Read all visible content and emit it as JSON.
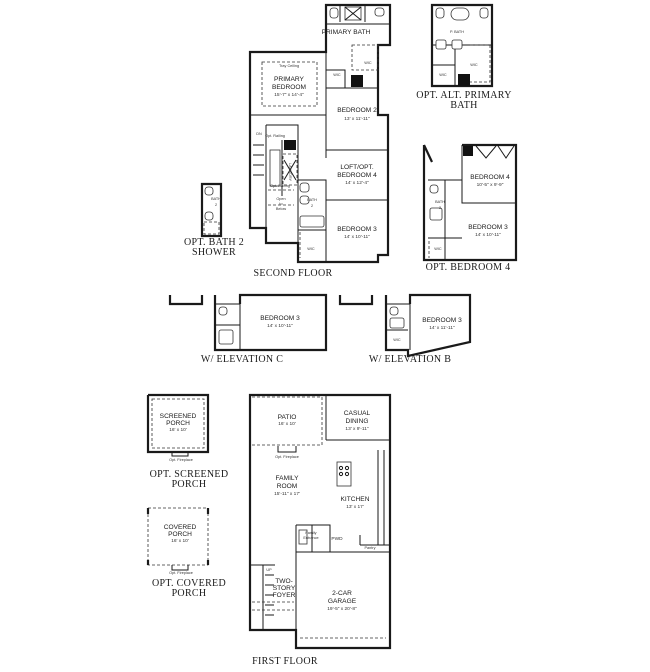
{
  "captions": {
    "second_floor": "SECOND FLOOR",
    "first_floor": "FIRST FLOOR",
    "opt_alt_primary_bath_1": "OPT. ALT. PRIMARY",
    "opt_alt_primary_bath_2": "BATH",
    "opt_bath2_shower_1": "OPT. BATH 2",
    "opt_bath2_shower_2": "SHOWER",
    "opt_bedroom4": "OPT. BEDROOM 4",
    "elevation_c": "W/ ELEVATION C",
    "elevation_b": "W/ ELEVATION B",
    "opt_screened_porch_1": "OPT. SCREENED",
    "opt_screened_porch_2": "PORCH",
    "opt_covered_porch_1": "OPT. COVERED",
    "opt_covered_porch_2": "PORCH"
  },
  "second_floor": {
    "primary_bath": "PRIMARY BATH",
    "tray_ceiling": "Tray Ceiling",
    "primary_bedroom_1": "PRIMARY",
    "primary_bedroom_2": "BEDROOM",
    "primary_bedroom_dim": "15'-7\" x 14'-4\"",
    "wic": "WIC",
    "bedroom2": "BEDROOM 2",
    "bedroom2_dim": "13' x 11'-11\"",
    "loft_1": "LOFT/OPT.",
    "loft_2": "BEDROOM 4",
    "loft_dim": "14' x 12'-4\"",
    "bedroom3": "BEDROOM 3",
    "bedroom3_dim": "14' x 10'-11\"",
    "bath2_1": "BATH",
    "bath2_2": "2",
    "laundry": "LAUNDRY",
    "dn": "DN",
    "opt_railing": "Opt. Railing",
    "open_to_below_1": "Open",
    "open_to_below_2": "to",
    "open_to_below_3": "Below"
  },
  "alt_primary_bath": {
    "p_bath": "P. BATH",
    "wic": "WIC"
  },
  "opt_bed4": {
    "bedroom4": "BEDROOM 4",
    "bedroom4_dim": "10'-5\" x 9'-9\"",
    "bedroom3": "BEDROOM 3",
    "bedroom3_dim": "14' x 10'-11\"",
    "bath": "BATH",
    "bath_num": "2",
    "wic": "WIC"
  },
  "elev_c": {
    "bedroom3": "BEDROOM 3",
    "bedroom3_dim": "14' x 10'-11\""
  },
  "elev_b": {
    "bedroom3": "BEDROOM 3",
    "bedroom3_dim": "14' x 11'-11\"",
    "wic": "WIC"
  },
  "first_floor": {
    "patio": "PATIO",
    "patio_dim": "16' x 10'",
    "casual_dining_1": "CASUAL",
    "casual_dining_2": "DINING",
    "casual_dining_dim": "13' x 9'-11\"",
    "opt_fireplace": "Opt. Fireplace",
    "family_room_1": "FAMILY",
    "family_room_2": "ROOM",
    "family_room_dim": "15'-11\" x 17'",
    "kitchen": "KITCHEN",
    "kitchen_dim": "13' x 17'",
    "family_entrance_1": "Family",
    "family_entrance_2": "Entrance",
    "pwd": "PWD",
    "pantry": "Pantry",
    "foyer_1": "TWO-",
    "foyer_2": "STORY",
    "foyer_3": "FOYER",
    "up": "UP",
    "garage_1": "2-CAR",
    "garage_2": "GARAGE",
    "garage_dim": "19'-5\" x 20'-8\""
  },
  "screened_porch": {
    "label_1": "SCREENED",
    "label_2": "PORCH",
    "dim": "16' x 10'",
    "fireplace": "Opt. Fireplace"
  },
  "covered_porch": {
    "label_1": "COVERED",
    "label_2": "PORCH",
    "dim": "16' x 10'",
    "fireplace": "Opt. Fireplace"
  }
}
